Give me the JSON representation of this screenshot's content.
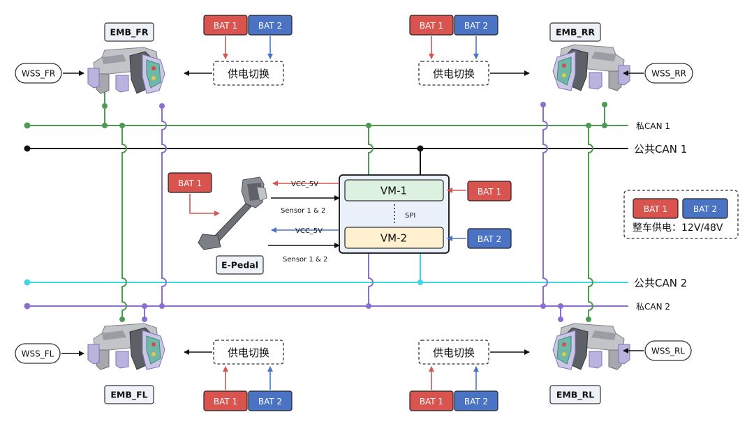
{
  "labels": {
    "emb_fr": "EMB_FR",
    "emb_rr": "EMB_RR",
    "emb_fl": "EMB_FL",
    "emb_rl": "EMB_RL",
    "wss_fr": "WSS_FR",
    "wss_rr": "WSS_RR",
    "wss_fl": "WSS_FL",
    "wss_rl": "WSS_RL",
    "power_switch": "供电切换",
    "bat1": "BAT 1",
    "bat2": "BAT 2",
    "private_can1": "私CAN 1",
    "public_can1": "公共CAN 1",
    "public_can2": "公共CAN 2",
    "private_can2": "私CAN 2",
    "vm1": "VM-1",
    "vm2": "VM-2",
    "spi": "SPI",
    "vcc_5v": "VCC_5V",
    "sensor": "Sensor 1 & 2",
    "e_pedal": "E-Pedal",
    "legend_text": "整车供电：12V/48V"
  },
  "colors": {
    "bat1": "#d9534f",
    "bat2": "#4a73c4",
    "private_can1": "#4e9a55",
    "public_can1": "#111111",
    "public_can2": "#3fd6e6",
    "private_can2": "#8a6fcf",
    "vm1_fill": "#dcf1df",
    "vm2_fill": "#fff1cf",
    "vm_block_fill": "#eaf1fb"
  }
}
